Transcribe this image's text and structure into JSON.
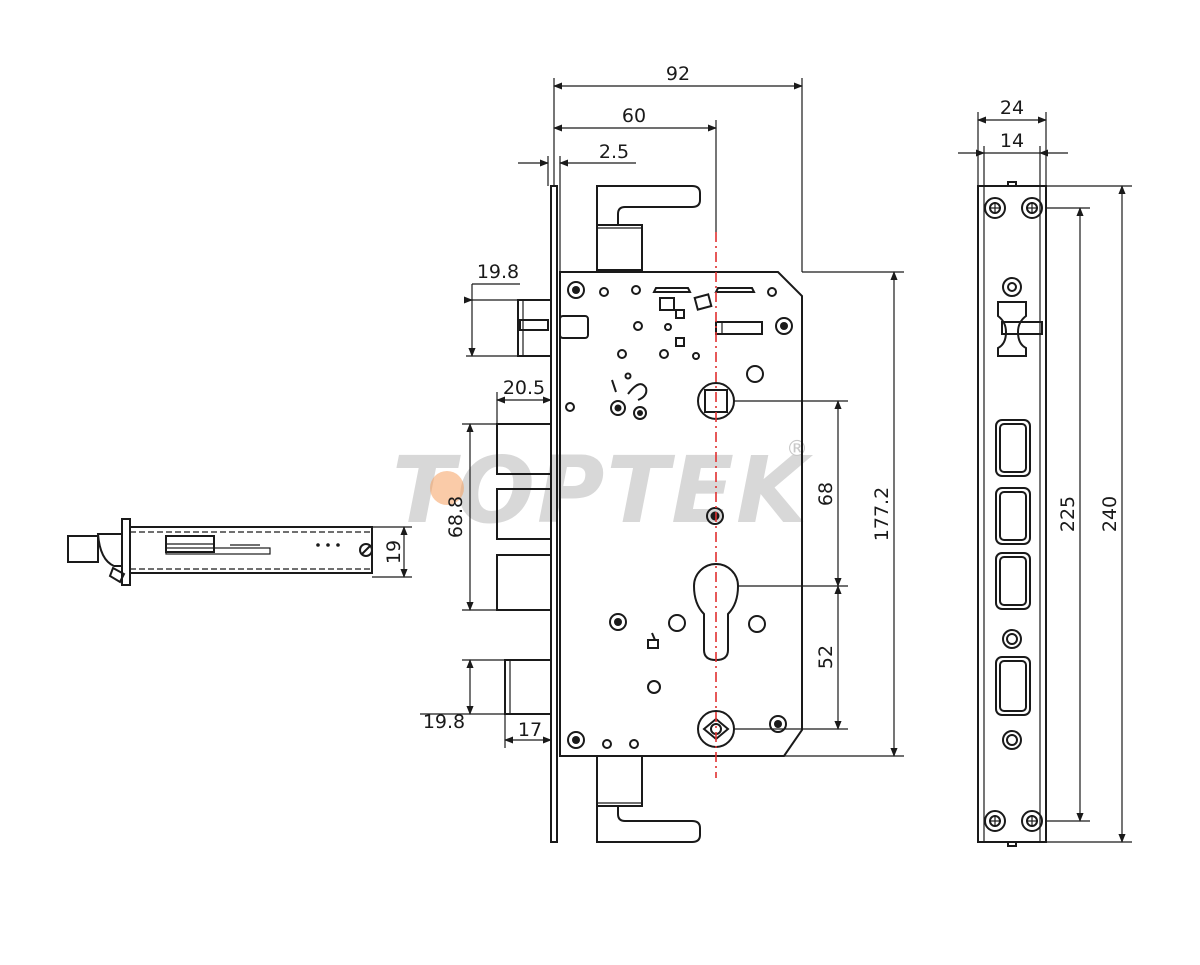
{
  "watermark": {
    "text": "TOPTEK",
    "registered": "®",
    "accent_color": "#f5a060"
  },
  "colors": {
    "line": "#1a1a1a",
    "axis": "#e03030",
    "watermark": "#c8c8c8"
  },
  "dimensions": {
    "width_total": "92",
    "backset": "60",
    "faceplate_thickness": "2.5",
    "top_latch_height": "19.8",
    "bolt_throw": "20.5",
    "bolt_span": "68.8",
    "bottom_latch_height": "19.8",
    "bottom_latch_throw": "17",
    "side_view_thickness": "19",
    "handle_to_cylinder": "68",
    "cylinder_to_bottom": "52",
    "case_height": "177.2",
    "faceplate_width": "24",
    "faceplate_inner_width": "14",
    "screw_spacing": "225",
    "faceplate_length": "240"
  }
}
